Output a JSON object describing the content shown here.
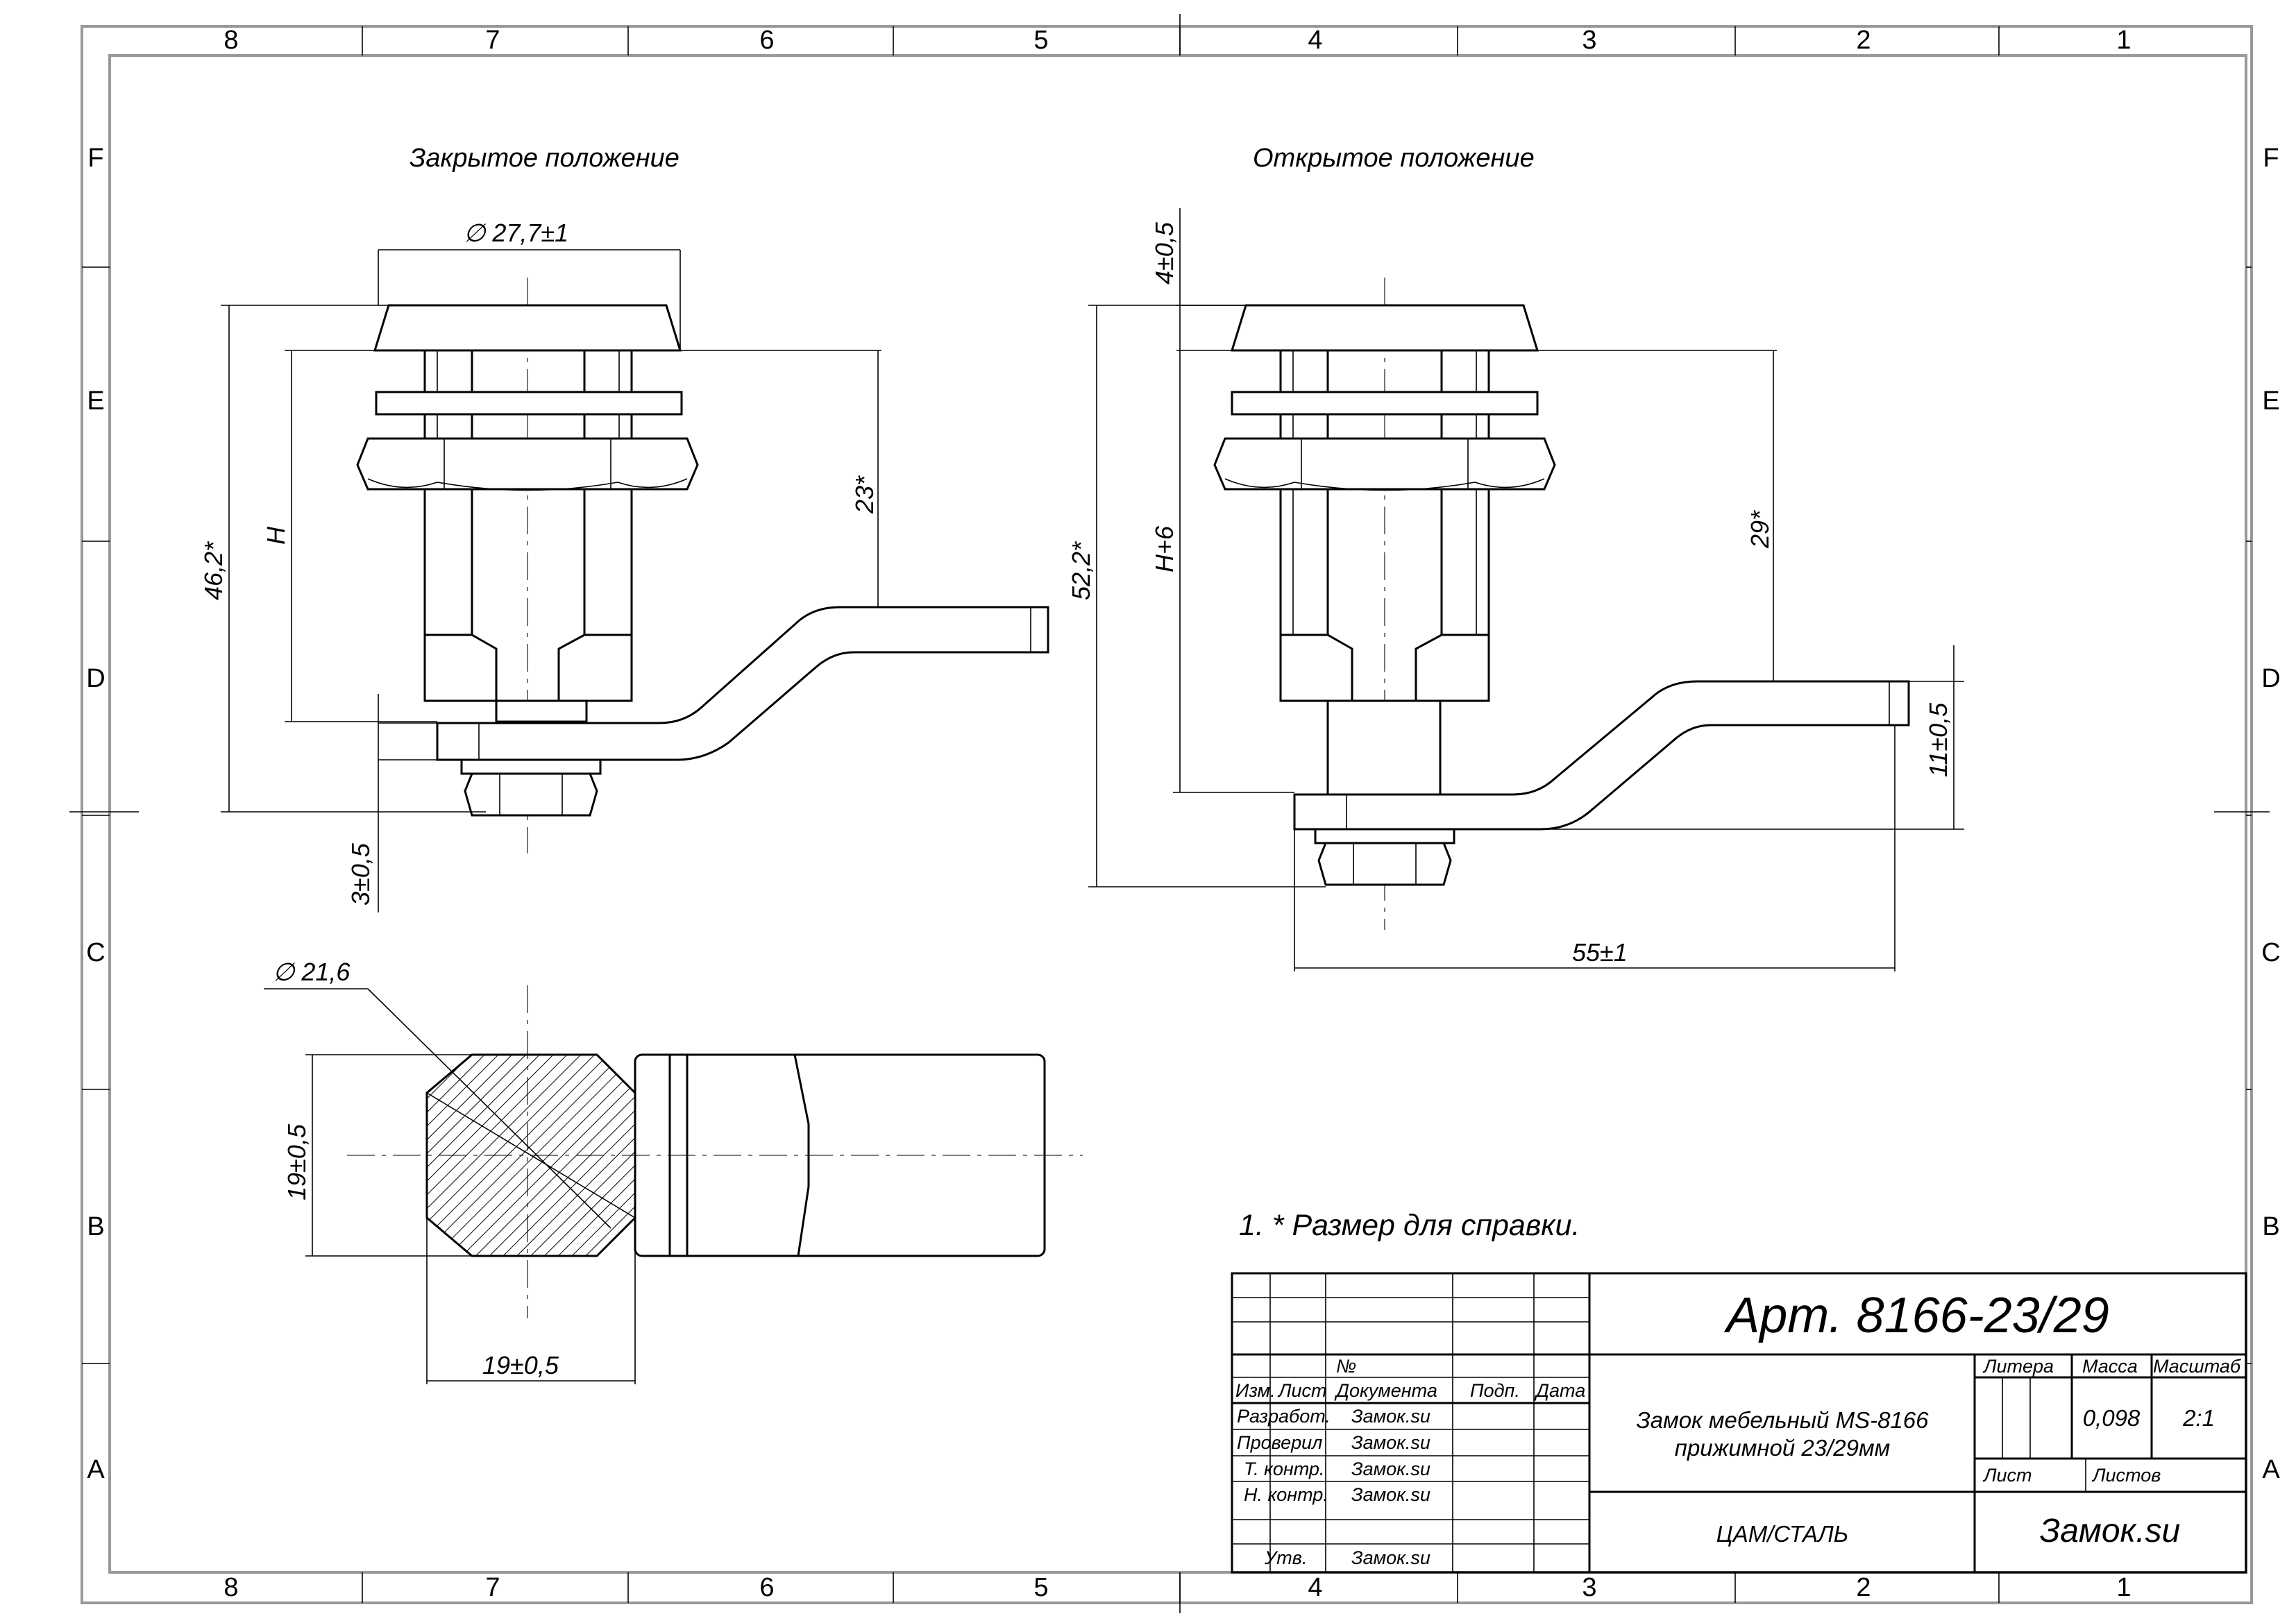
{
  "zones": {
    "columns": [
      "8",
      "7",
      "6",
      "5",
      "4",
      "3",
      "2",
      "1"
    ],
    "rows": [
      "F",
      "E",
      "D",
      "C",
      "B",
      "A"
    ]
  },
  "views": {
    "closed": "Закрытое положение",
    "open": "Открытое положение"
  },
  "dimensions": {
    "cap_diameter": "∅ 27,7±1",
    "closed_total_height": "46,2*",
    "closed_h": "H",
    "closed_cam_depth": "23*",
    "closed_offset": "3±0,5",
    "open_top": "4±0,5",
    "open_total_height": "52,2*",
    "open_h": "H+6",
    "open_cam_depth": "29*",
    "open_offset": "11±0,5",
    "cam_length": "55±1",
    "section_diameter": "∅ 21,6",
    "section_height": "19±0,5",
    "section_width": "19±0,5"
  },
  "note": "1. * Размер для справки.",
  "title_block": {
    "article": "Арт. 8166-23/29",
    "name_line1": "Замок мебельный MS-8166",
    "name_line2": "прижимной 23/29мм",
    "material": "ЦАМ/СТАЛЬ",
    "company": "Замок.su",
    "hdr_izm": "Изм.",
    "hdr_list": "Лист",
    "hdr_no": "№",
    "hdr_doc": "Документа",
    "hdr_sign": "Подп.",
    "hdr_date": "Дата",
    "roles": [
      {
        "role": "Разработ.",
        "name": "Замок.su"
      },
      {
        "role": "Проверил",
        "name": "Замок.su"
      },
      {
        "role": "Т. контр.",
        "name": "Замок.su"
      },
      {
        "role": "Н. контр.",
        "name": "Замок.su"
      },
      {
        "role": "Утв.",
        "name": "Замок.su"
      }
    ],
    "litera_label": "Литера",
    "mass_label": "Масса",
    "scale_label": "Масштаб",
    "mass": "0,098",
    "scale": "2:1",
    "sheet_label": "Лист",
    "sheets_label": "Листов"
  }
}
